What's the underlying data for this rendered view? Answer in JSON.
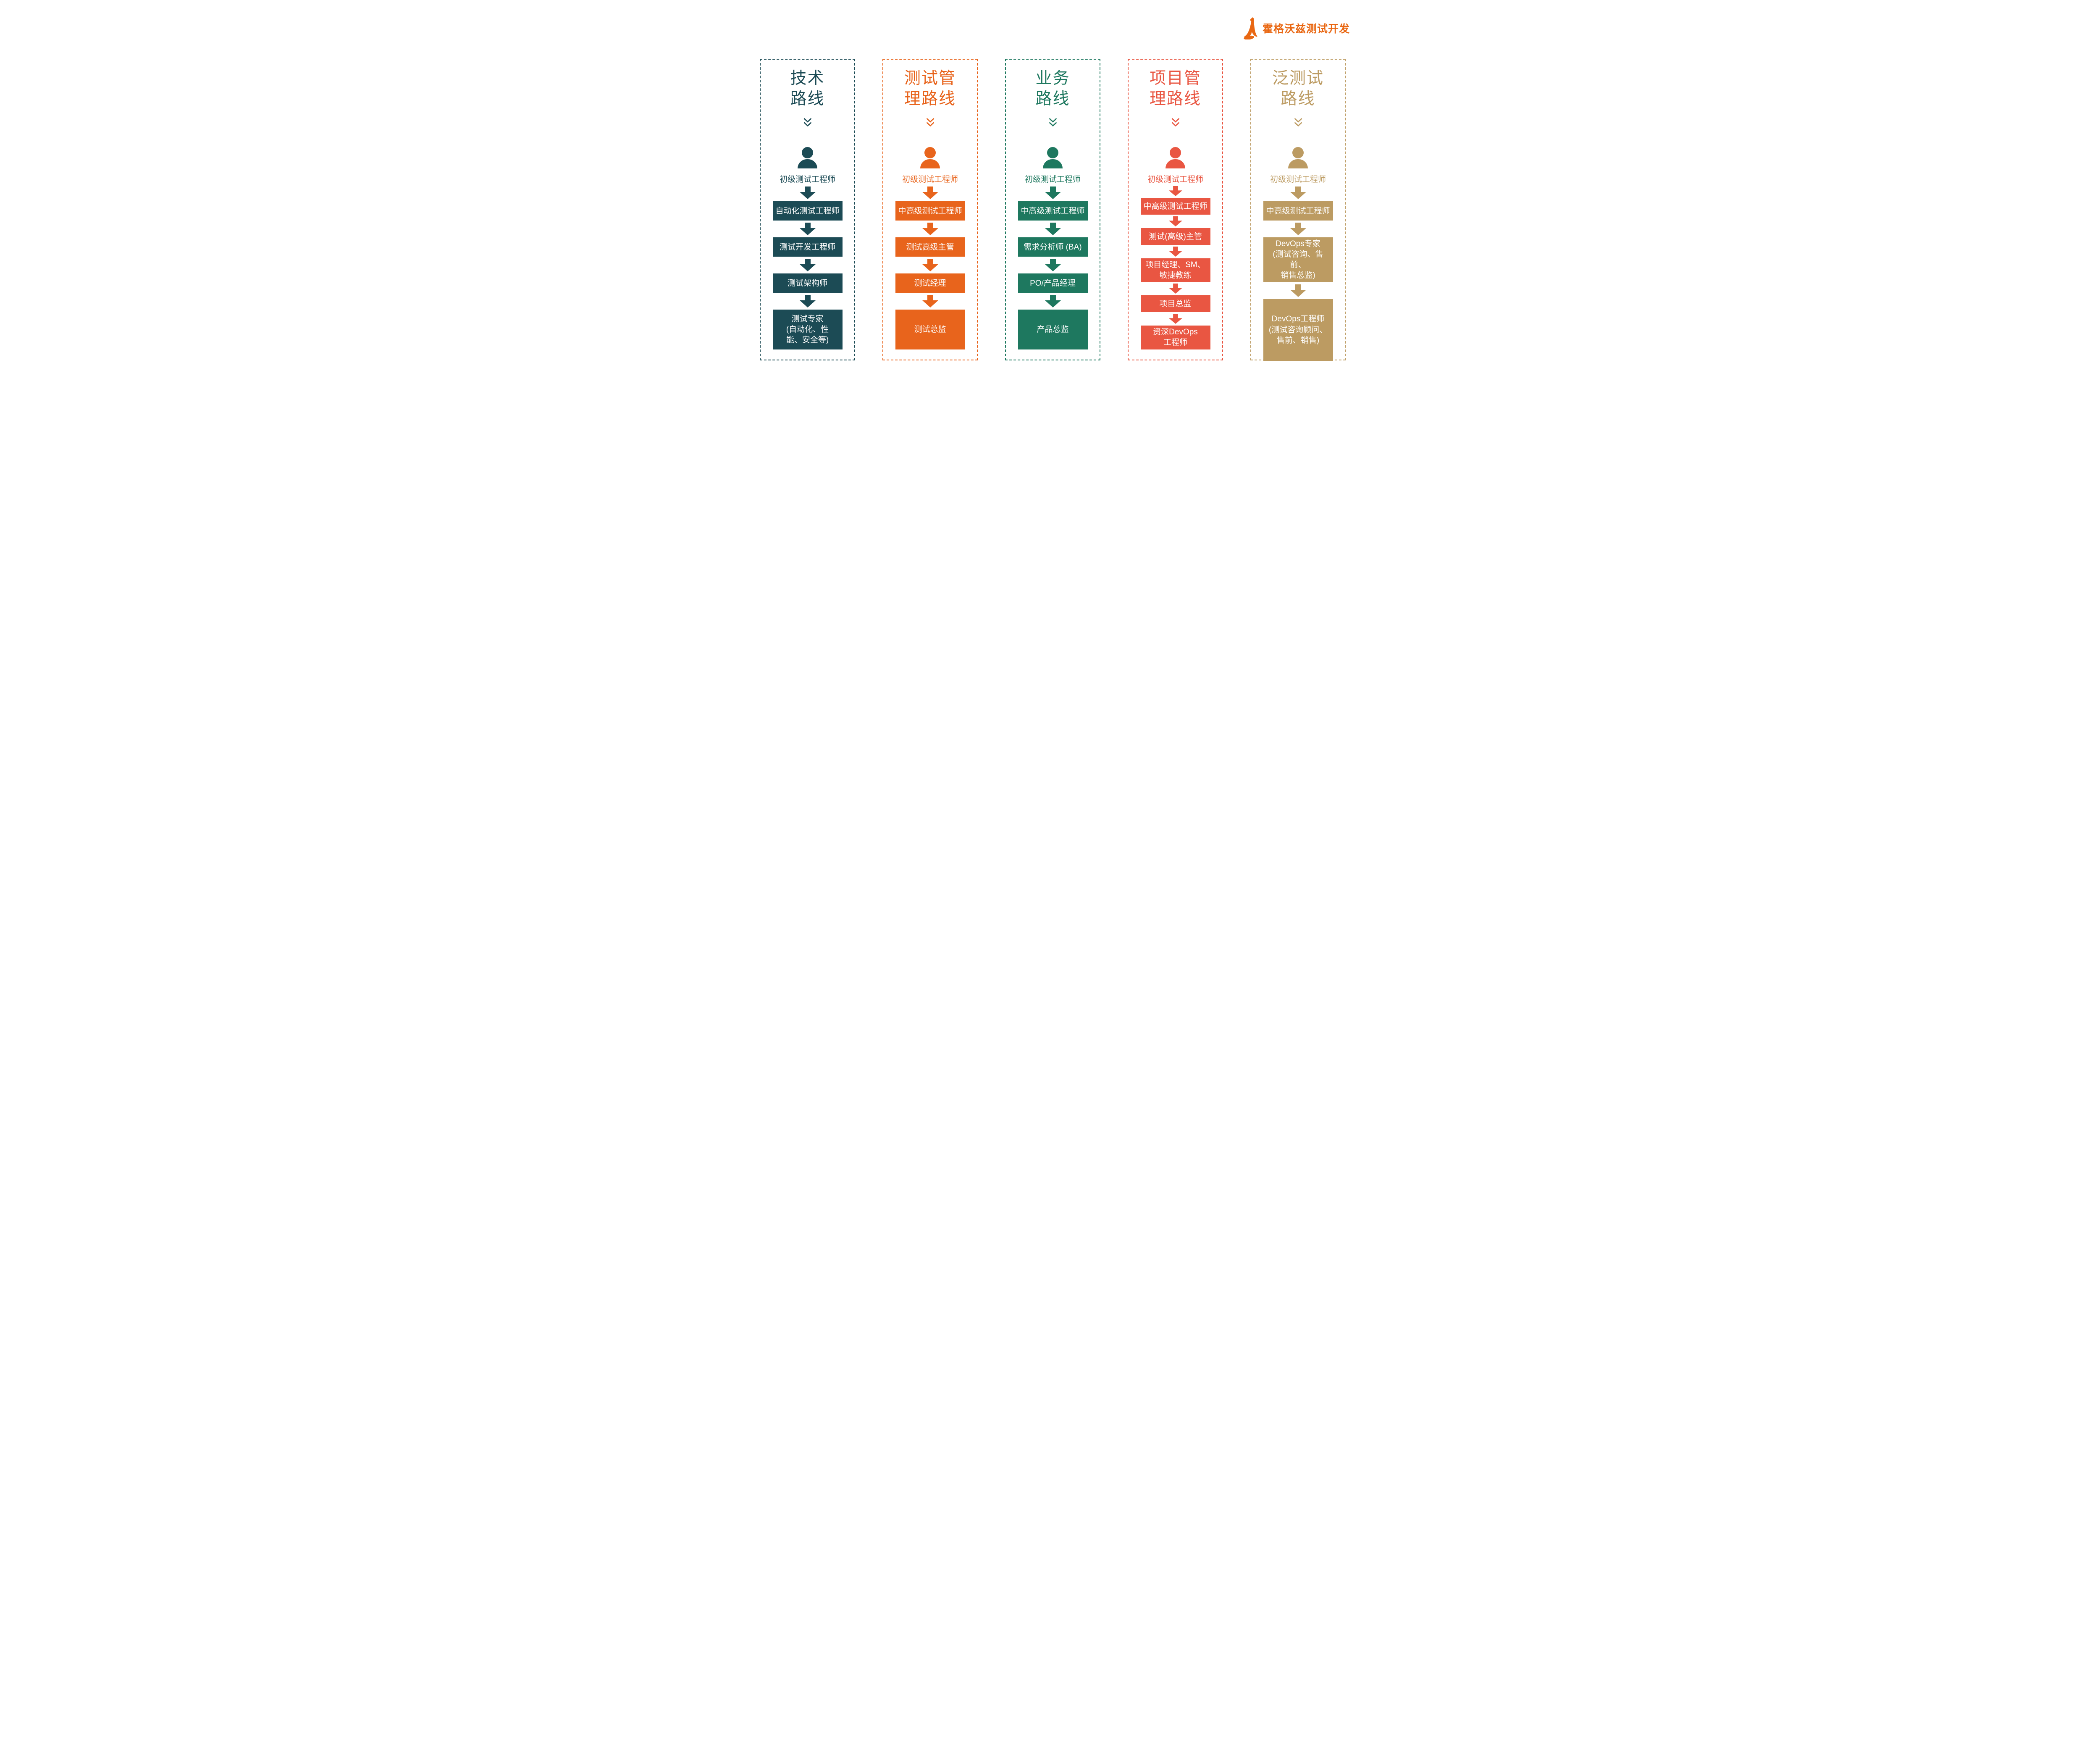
{
  "page": {
    "background": "#ffffff"
  },
  "logo": {
    "icon": "wizard-hat-icon",
    "text": "霍格沃兹测试开发",
    "color": "#E96712"
  },
  "columns": [
    {
      "id": "tech",
      "title": "技术\n路线",
      "color": "#1C4B55",
      "entry_label": "初级测试工程师",
      "boxes": [
        {
          "label": "自动化测试工程师"
        },
        {
          "label": "测试开发工程师"
        },
        {
          "label": "测试架构师"
        },
        {
          "label": "测试专家\n(自动化、性\n能、安全等)",
          "size": "tall"
        }
      ]
    },
    {
      "id": "test-management",
      "title": "测试管\n理路线",
      "color": "#E8641C",
      "entry_label": "初级测试工程师",
      "boxes": [
        {
          "label": "中高级测试工程师"
        },
        {
          "label": "测试高级主管"
        },
        {
          "label": "测试经理"
        },
        {
          "label": "测试总监",
          "size": "tall"
        }
      ]
    },
    {
      "id": "business",
      "title": "业务\n路线",
      "color": "#1E785F",
      "entry_label": "初级测试工程师",
      "boxes": [
        {
          "label": "中高级测试工程师"
        },
        {
          "label": "需求分析师 (BA)"
        },
        {
          "label": "PO/产品经理"
        },
        {
          "label": "产品总监",
          "size": "tall"
        }
      ]
    },
    {
      "id": "project-management",
      "title": "项目管\n理路线",
      "color": "#E95642",
      "entry_label": "初级测试工程师",
      "compact": true,
      "boxes": [
        {
          "label": "中高级测试工程师"
        },
        {
          "label": "测试(高级)主管"
        },
        {
          "label": "项目经理、SM、\n敏捷教练"
        },
        {
          "label": "项目总监"
        },
        {
          "label": "资深DevOps\n工程师"
        }
      ]
    },
    {
      "id": "pan-testing",
      "title": "泛测试\n路线",
      "color": "#BC9B62",
      "entry_label": "初级测试工程师",
      "boxes": [
        {
          "label": "中高级测试工程师"
        },
        {
          "label": "DevOps专家\n(测试咨询、售前、\n销售总监)",
          "size": "tall"
        },
        {
          "label": "DevOps工程师\n(测试咨询顾问、\n售前、销售)",
          "size": "xtall"
        }
      ]
    }
  ]
}
